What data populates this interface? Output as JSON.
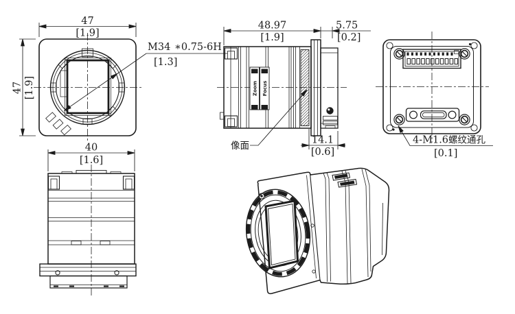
{
  "page": {
    "background": "#ffffff",
    "line_color": "#1c1c1c"
  },
  "front_view": {
    "width_mm": "47",
    "width_in": "[1.9]",
    "height_mm": "47",
    "height_in": "[1.9]",
    "thread_size": "M34",
    "thread_pitch": "∗0.75-6H",
    "thread_in": "[1.3]"
  },
  "side_view": {
    "length_mm": "48.97",
    "length_in": "[1.9]",
    "flange_mm": "5.75",
    "flange_in": "[0.2]",
    "rear_mm": "14.1",
    "rear_in": "[0.6]",
    "image_plane_label": "像面",
    "panel_text_1": "Zoom",
    "panel_text_2": "Focus"
  },
  "back_view": {
    "holes_spec": "4-M1.6",
    "holes_label": "螺纹通孔",
    "holes_in": "[0.1]"
  },
  "bottom_view": {
    "width_mm": "40",
    "width_in": "[1.6]"
  }
}
